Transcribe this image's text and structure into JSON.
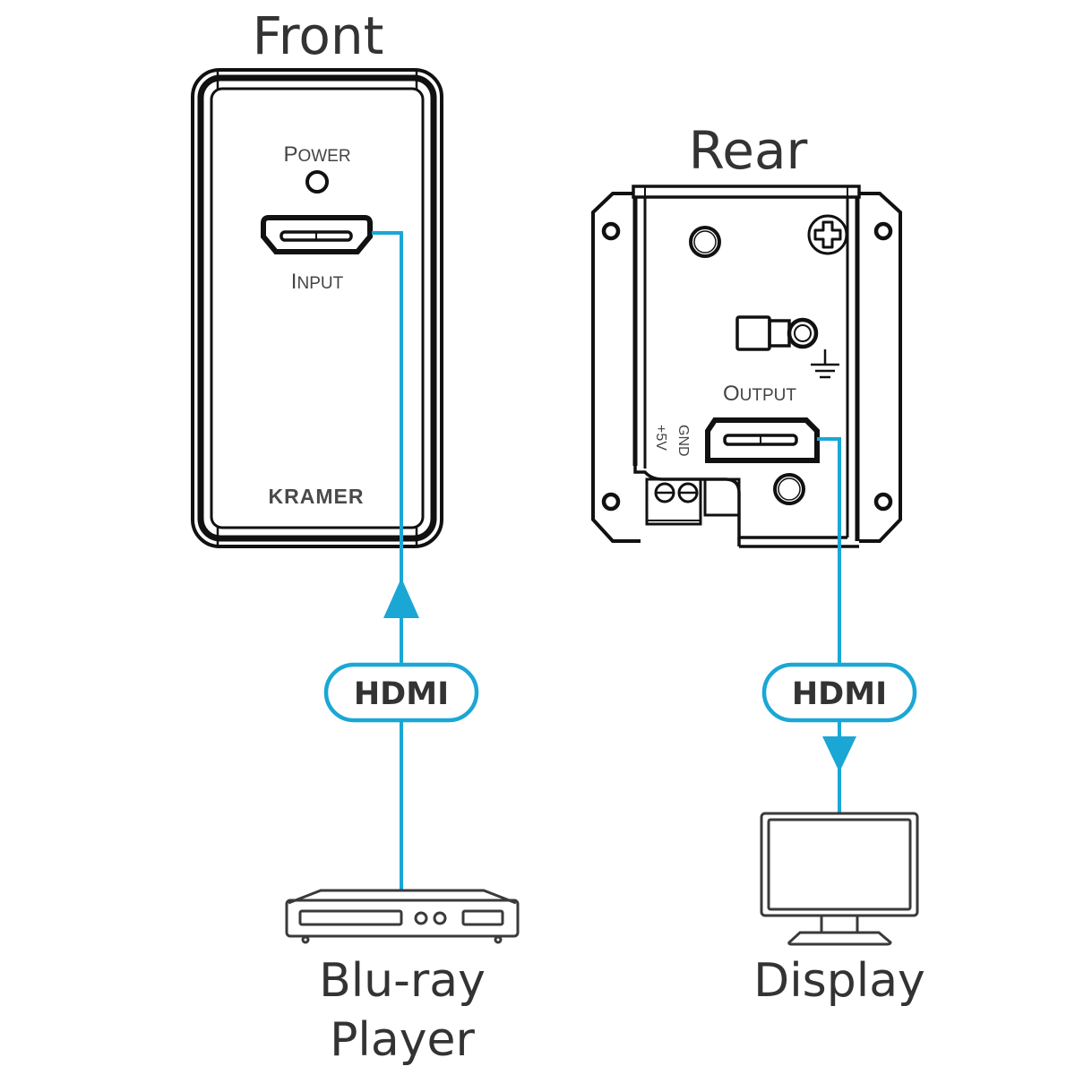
{
  "diagram": {
    "front": {
      "title": "Front",
      "power_label_cap": "P",
      "power_label_rest": "OWER",
      "input_label_cap": "I",
      "input_label_rest": "NPUT",
      "brand": "KRAMER"
    },
    "rear": {
      "title": "Rear",
      "output_label_cap": "O",
      "output_label_rest": "UTPUT",
      "terminal_gnd": "GND",
      "terminal_5v": "+5V"
    },
    "connections": [
      {
        "label": "HDMI",
        "from": "Blu-ray Player",
        "to": "Front INPUT",
        "direction": "up"
      },
      {
        "label": "HDMI",
        "from": "Rear OUTPUT",
        "to": "Display",
        "direction": "down"
      }
    ],
    "source": {
      "label_line1": "Blu-ray",
      "label_line2": "Player",
      "icon": "blu-ray-player-icon"
    },
    "sink": {
      "label": "Display",
      "icon": "monitor-icon"
    },
    "colors": {
      "cable": "#1aa7d6",
      "outline": "#111111",
      "text": "#333333"
    }
  }
}
